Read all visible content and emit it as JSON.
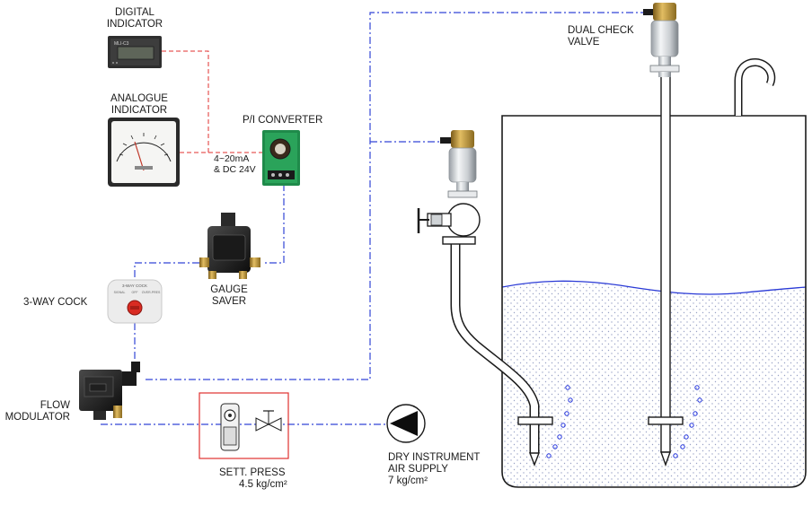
{
  "labels": {
    "digital_indicator": [
      "DIGITAL",
      "INDICATOR"
    ],
    "analogue_indicator": [
      "ANALOGUE",
      "INDICATOR"
    ],
    "pi_converter": "P/I CONVERTER",
    "signal": [
      "4~20mA",
      "& DC 24V"
    ],
    "gauge_saver": [
      "GAUGE",
      "SAVER"
    ],
    "three_way_cock": "3-WAY COCK",
    "flow_modulator": [
      "FLOW",
      "MODULATOR"
    ],
    "sett_press": [
      "SETT. PRESS",
      "4.5 kg/cm²"
    ],
    "air_supply": [
      "DRY INSTRUMENT",
      "AIR SUPPLY",
      "7 kg/cm²"
    ],
    "dual_check_valve": [
      "DUAL CHECK",
      "VALVE"
    ]
  },
  "device_text": {
    "digital_display_tag": "MLI-C3",
    "cock_plate": "3-WAY COCK",
    "cock_marks": [
      "SIGNAL",
      "OFF",
      "OVER-PRES"
    ]
  },
  "colors": {
    "electric_line": "#e0312f",
    "air_line": "#3345d6",
    "liquid_surface": "#2a3ad6",
    "bubble": "#2233dd",
    "sett_box": "#e0312f"
  }
}
